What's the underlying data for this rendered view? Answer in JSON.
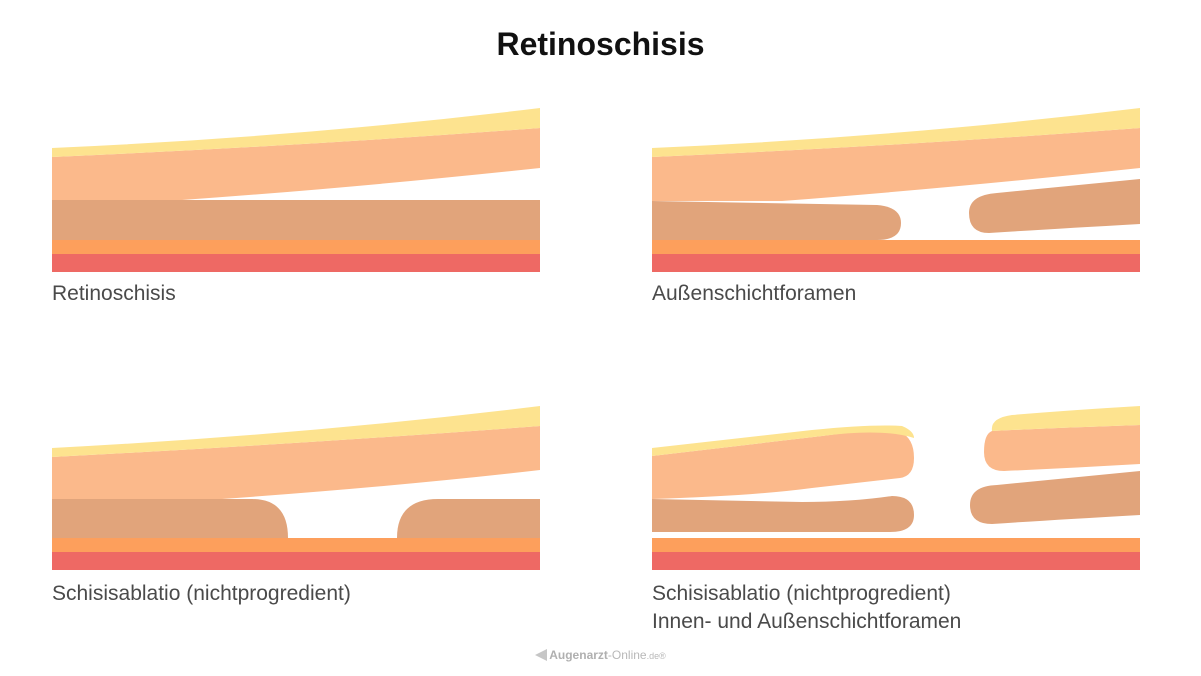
{
  "title": "Retinoschisis",
  "panels": [
    {
      "id": "retinoschisis",
      "caption_lines": [
        "Retinoschisis"
      ]
    },
    {
      "id": "aussenschichtforamen",
      "caption_lines": [
        "Außenschichtforamen"
      ]
    },
    {
      "id": "schisisablatio",
      "caption_lines": [
        "Schisisablatio (nichtprogredient)"
      ]
    },
    {
      "id": "schisisablatio-foramen",
      "caption_lines": [
        "Schisisablatio (nichtprogredient)",
        "Innen- und Außenschichtforamen"
      ]
    }
  ],
  "footer": {
    "brand": "Augenarzt",
    "suffix": "-Online",
    "tld": ".de",
    "mark": "®"
  },
  "colors": {
    "layer_top": "#FDE38F",
    "layer_inner": "#FBB98B",
    "layer_outer": "#E1A47B",
    "layer_rpe": "#FD9F5C",
    "layer_choroid": "#EE6964"
  }
}
